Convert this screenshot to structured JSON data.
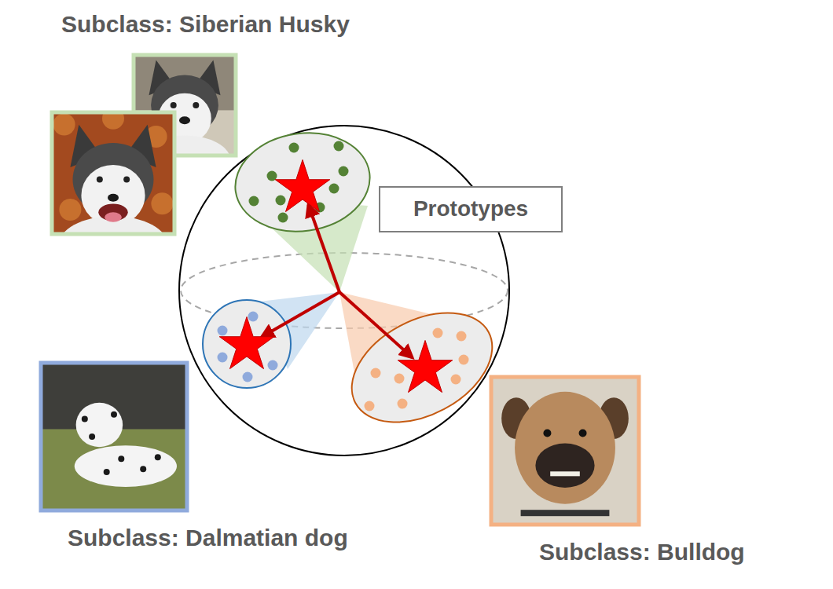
{
  "diagram": {
    "nodes": [
      {
        "text": [
          "Prototypes"
        ]
      }
    ],
    "labels": [
      "Subclass: Siberian Husky",
      "Subclass: Dalmatian dog",
      "Subclass: Bulldog"
    ]
  }
}
